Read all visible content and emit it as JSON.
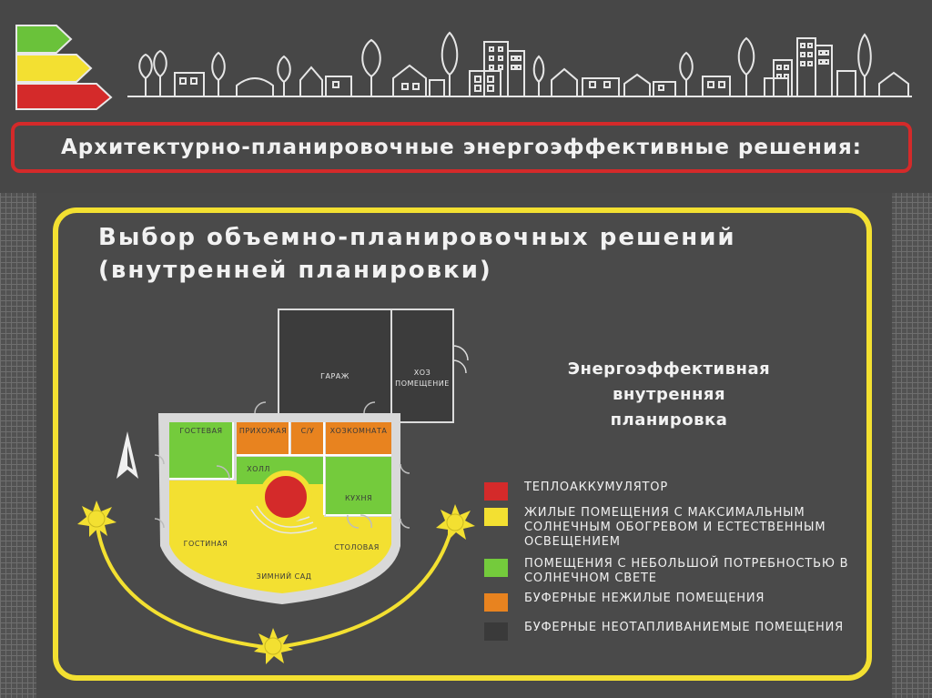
{
  "colors": {
    "red_accent": "#d42a2a",
    "yellow": "#f3e031",
    "green": "#74cb3c",
    "orange": "#e8831f",
    "dark": "#3a3a3a",
    "background": "#4a4a4a"
  },
  "header": {
    "title": "Архитектурно-планировочные энергоэффективные решения:"
  },
  "panel": {
    "heading_line1": "Выбор объемно-планировочных решений",
    "heading_line2": "(внутренней планировки)",
    "energy_line1": "Энергоэффективная",
    "energy_line2": "внутренняя",
    "energy_line3": "планировка"
  },
  "rooms": {
    "garage": "ГАРАЖ",
    "utility_line1": "ХОЗ",
    "utility_line2": "ПОМЕЩЕНИЕ",
    "guest": "ГОСТЕВАЯ",
    "hallway": "ПРИХОЖАЯ",
    "wc": "С/У",
    "storage": "ХОЗКОМНАТА",
    "hall": "ХОЛЛ",
    "kitchen": "КУХНЯ",
    "living": "ГОСТИНАЯ",
    "dining": "СТОЛОВАЯ",
    "winter_garden": "ЗИМНИЙ САД"
  },
  "legend": [
    {
      "color": "#d42a2a",
      "text": "ТЕПЛОАККУМУЛЯТОР"
    },
    {
      "color": "#f3e031",
      "text": "ЖИЛЫЕ ПОМЕЩЕНИЯ С МАКСИМАЛЬНЫМ СОЛНЕЧНЫМ ОБОГРЕВОМ И ЕСТЕСТВЕННЫМ ОСВЕЩЕНИЕМ"
    },
    {
      "color": "#74cb3c",
      "text": "ПОМЕЩЕНИЯ С НЕБОЛЬШОЙ ПОТРЕБНОСТЬЮ В СОЛНЕЧНОМ СВЕТЕ"
    },
    {
      "color": "#e8831f",
      "text": "БУФЕРНЫЕ НЕЖИЛЫЕ ПОМЕЩЕНИЯ"
    },
    {
      "color": "#3a3a3a",
      "text": "БУФЕРНЫЕ НЕОТАПЛИВАНИЕМЫЕ ПОМЕЩЕНИЯ"
    }
  ],
  "icons": {
    "energy_class": "energy-rating-arrows-icon",
    "skyline": "city-skyline-icon",
    "north": "north-arrow-icon",
    "sun": "sun-icon"
  }
}
